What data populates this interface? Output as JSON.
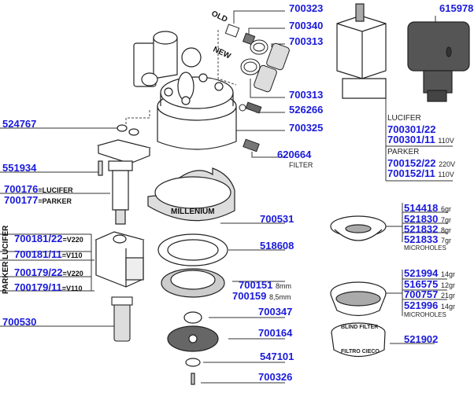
{
  "diagram": {
    "type": "exploded-parts-diagram",
    "accent_color": "#1a1adb",
    "line_color": "#333333",
    "labels": {
      "old": "OLD",
      "new": "NEW",
      "millenium": "MILLENIUM",
      "blind_filter": "BLIND FILTER",
      "filtro_cieco": "FILTRO CIECO",
      "lucifer_vertical": "LUCIFER",
      "parker_vertical": "PARKER"
    },
    "parts": {
      "p700323": "700323",
      "p700340": "700340",
      "p700313a": "700313",
      "p700313b": "700313",
      "p526266": "526266",
      "p700325": "700325",
      "p620664": "620664",
      "p620664_note": "FILTER",
      "p615978": "615978",
      "p524767": "524767",
      "p551934": "551934",
      "p700176": "700176",
      "p700176_note": "=LUCIFER",
      "p700177": "700177",
      "p700177_note": "=PARKER",
      "p700531": "700531",
      "p518608": "518608",
      "p700151": "700151",
      "p700151_note": "8mm",
      "p700159": "700159",
      "p700159_note": "8,5mm",
      "p700347": "700347",
      "p700164": "700164",
      "p547101": "547101",
      "p700326": "700326",
      "p700530": "700530",
      "p521902": "521902"
    },
    "coils_left": [
      {
        "code": "700181/22",
        "note": "=V220"
      },
      {
        "code": "700181/11",
        "note": "=V110"
      },
      {
        "code": "700179/22",
        "note": "=V220"
      },
      {
        "code": "700179/11",
        "note": "=V110"
      }
    ],
    "valve_right": {
      "lucifer_title": "LUCIFER",
      "parker_title": "PARKER",
      "items": [
        {
          "code": "700301/22",
          "note": ""
        },
        {
          "code": "700301/11",
          "note": "110V"
        },
        {
          "code": "700152/22",
          "note": "220V"
        },
        {
          "code": "700152/11",
          "note": "110V"
        }
      ]
    },
    "filter_baskets_single": {
      "items": [
        {
          "code": "514418",
          "note": "6gr"
        },
        {
          "code": "521830",
          "note": "7gr"
        },
        {
          "code": "521832",
          "note": "8gr"
        },
        {
          "code": "521833",
          "note": "7gr"
        }
      ],
      "footnote": "MICROHOLES"
    },
    "filter_baskets_double": {
      "items": [
        {
          "code": "521994",
          "note": "14gr"
        },
        {
          "code": "516575",
          "note": "12gr"
        },
        {
          "code": "700757",
          "note": "21gr"
        },
        {
          "code": "521996",
          "note": "14gr"
        }
      ],
      "footnote": "MICROHOLES"
    }
  }
}
